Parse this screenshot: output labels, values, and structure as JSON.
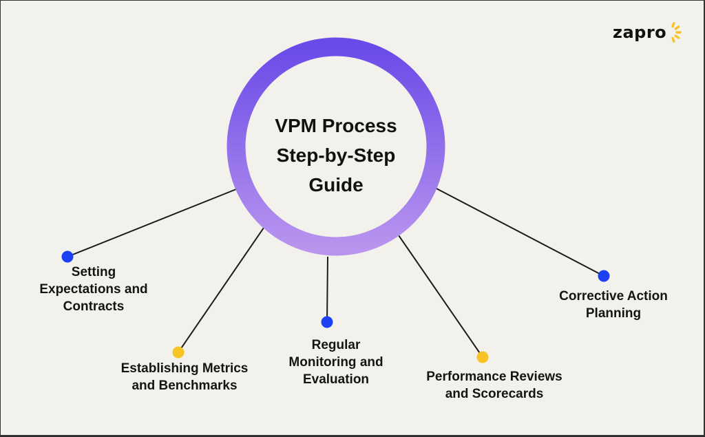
{
  "logo": {
    "text": "zapro",
    "accent_color": "#f7c325"
  },
  "center": {
    "lines": [
      "VPM Process",
      "Step-by-Step",
      "Guide"
    ],
    "ring_gradient": [
      "#6a4ae8",
      "#b894ee"
    ]
  },
  "colors": {
    "background": "#f2f1eb",
    "blue_dot": "#1c40f2",
    "yellow_dot": "#f7c325",
    "connector": "#1a1a1a"
  },
  "steps": [
    {
      "id": "setting-expectations",
      "lines": [
        "Setting",
        "Expectations and",
        "Contracts"
      ],
      "dot_color": "blue"
    },
    {
      "id": "establishing-metrics",
      "lines": [
        "Establishing Metrics",
        "and Benchmarks"
      ],
      "dot_color": "yellow"
    },
    {
      "id": "regular-monitoring",
      "lines": [
        "Regular",
        "Monitoring and",
        "Evaluation"
      ],
      "dot_color": "blue"
    },
    {
      "id": "performance-reviews",
      "lines": [
        "Performance Reviews",
        "and Scorecards"
      ],
      "dot_color": "yellow"
    },
    {
      "id": "corrective-action",
      "lines": [
        "Corrective Action",
        "Planning"
      ],
      "dot_color": "blue"
    }
  ]
}
